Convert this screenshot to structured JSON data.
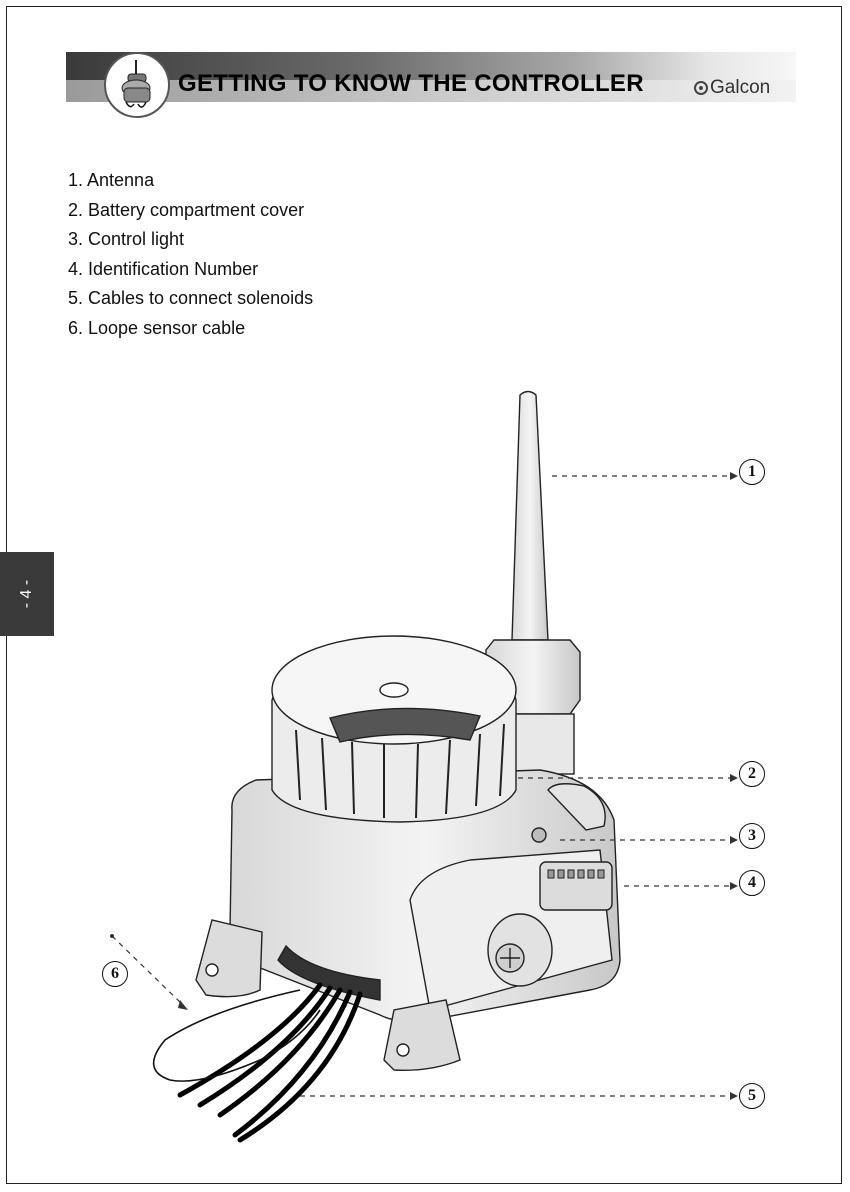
{
  "header": {
    "title": "GETTING TO KNOW THE CONTROLLER",
    "brand": "Galcon",
    "logo_icon": "controller-icon"
  },
  "parts": [
    "1. Antenna",
    "2. Battery compartment cover",
    "3. Control light",
    "4. Identification Number",
    "5. Cables to connect solenoids",
    "6. Loope sensor cable"
  ],
  "side_tab": {
    "page_number": "- 4 -"
  },
  "callouts": [
    "1",
    "2",
    "3",
    "4",
    "5",
    "6"
  ],
  "colors": {
    "header_dark": "#3a3a3a",
    "tab": "#3a3a3a"
  }
}
